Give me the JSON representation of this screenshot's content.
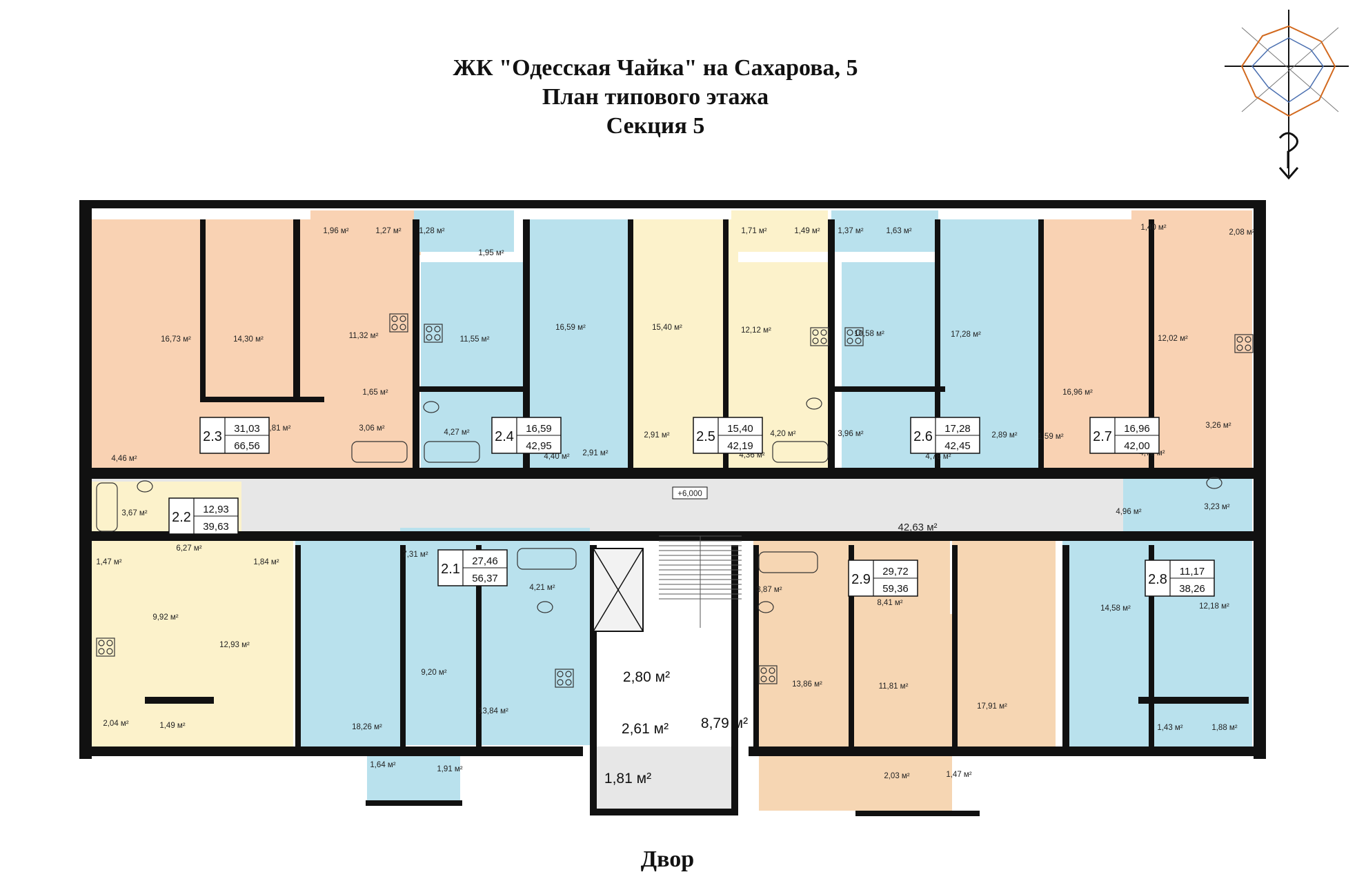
{
  "header": {
    "line1": "ЖК \"Одесская Чайка\" на Сахарова, 5",
    "line2": "План типового этажа",
    "line3": "Секция 5"
  },
  "footer": {
    "yard": "Двор"
  },
  "elevation": "+6,000",
  "corridor_area": "42,63 м²",
  "unit_m2": "м²",
  "colors": {
    "orange": "#f9d2b3",
    "blue": "#b9e1ed",
    "yellow": "#fcf2cb",
    "tan": "#f6d6b3",
    "corridor": "#e7e7e7",
    "wall": "#111111"
  },
  "apartments": [
    {
      "id": "2.3",
      "living": "31,03",
      "total": "66,56"
    },
    {
      "id": "2.4",
      "living": "16,59",
      "total": "42,95"
    },
    {
      "id": "2.5",
      "living": "15,40",
      "total": "42,19"
    },
    {
      "id": "2.6",
      "living": "17,28",
      "total": "42,45"
    },
    {
      "id": "2.7",
      "living": "16,96",
      "total": "42,00"
    },
    {
      "id": "2.2",
      "living": "12,93",
      "total": "39,63"
    },
    {
      "id": "2.1",
      "living": "27,46",
      "total": "56,37"
    },
    {
      "id": "2.9",
      "living": "29,72",
      "total": "59,36"
    },
    {
      "id": "2.8",
      "living": "11,17",
      "total": "38,26"
    }
  ],
  "rooms": [
    "16,73",
    "14,30",
    "11,32",
    "1,96",
    "1,27",
    "1,65",
    "3,06",
    "4,46",
    "11,81",
    "1,28",
    "1,95",
    "11,55",
    "16,59",
    "4,27",
    "4,40",
    "2,91",
    "15,40",
    "1,71",
    "1,49",
    "12,12",
    "2,91",
    "4,20",
    "4,36",
    "1,37",
    "1,63",
    "10,58",
    "17,28",
    "3,96",
    "4,78",
    "2,89",
    "16,96",
    "1,40",
    "2,08",
    "12,02",
    "1,59",
    "3,26",
    "4,72",
    "3,67",
    "1,47",
    "6,27",
    "1,84",
    "9,92",
    "12,93",
    "2,04",
    "1,49",
    "7,31",
    "4,21",
    "18,26",
    "9,20",
    "13,84",
    "1,64",
    "1,91",
    "2,80",
    "2,61",
    "8,79",
    "1,81",
    "3,87",
    "8,41",
    "13,86",
    "11,81",
    "17,91",
    "2,03",
    "1,47",
    "4,96",
    "3,23",
    "14,58",
    "12,18",
    "1,43",
    "1,88"
  ]
}
